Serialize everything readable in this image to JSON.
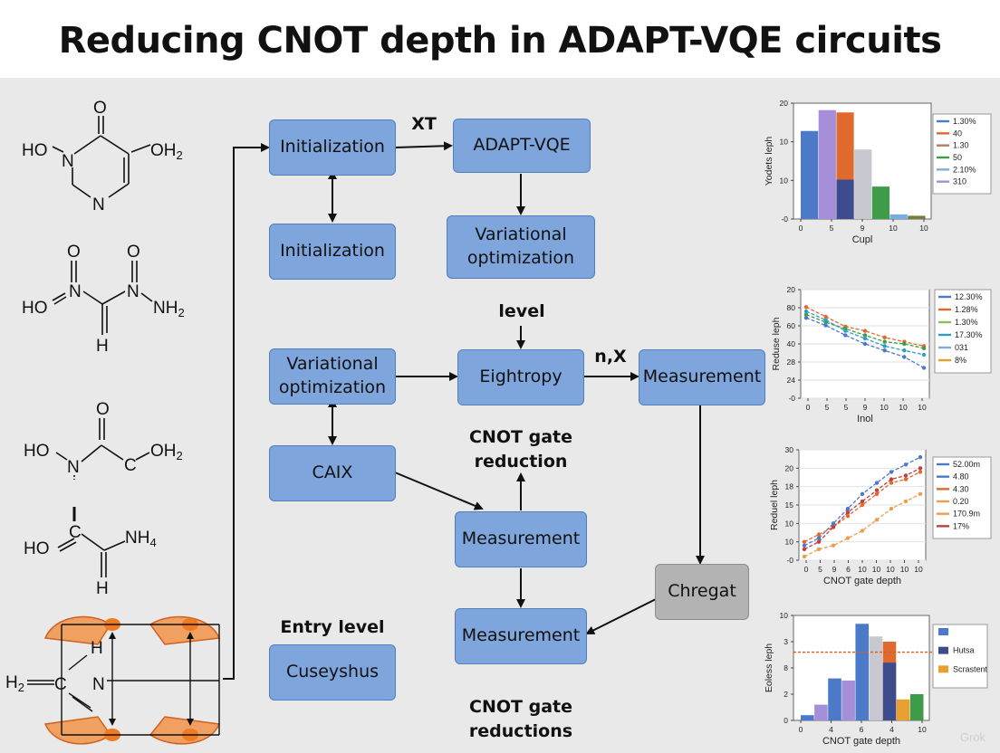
{
  "title": "Reducing CNOT depth in ADAPT-VQE circuits",
  "molecules": {
    "m1": {
      "o_top": "O",
      "ho_left": "HO",
      "n1": "N",
      "oh2": "OH",
      "oh2_sub": "2",
      "n2": "N"
    },
    "m2": {
      "o1": "O",
      "o2": "O",
      "ho": "HO",
      "n1": "N",
      "n2": "N",
      "nh2": "NH",
      "nh2_sub": "2",
      "h": "H"
    },
    "m3": {
      "o_top": "O",
      "ho": "HO",
      "n": "N",
      "c": "C",
      "oh2": "OH",
      "oh2_sub": "2"
    },
    "m4": {
      "c": "C",
      "ho": "HO",
      "nh4": "NH",
      "nh4_sub": "4",
      "h": "H"
    },
    "m5": {
      "h": "H",
      "h2": "H",
      "h2_sub": "2",
      "c": "C",
      "n": "N"
    }
  },
  "flow": {
    "init1": "Initialization",
    "init2": "Initialization",
    "adapt": "ADAPT-VQE",
    "varopt1": "Variational optimization",
    "varopt2": "Variational optimization",
    "eightropy": "Eightropy",
    "measurement_right": "Measurement",
    "caix": "CAIX",
    "measurement_mid": "Measurement",
    "measurement_low": "Measurement",
    "chregat": "Chregat",
    "cuseyshus": "Cuseyshus",
    "label_xt": "XT",
    "label_level": "level",
    "label_nx": "n,X",
    "label_cnot_reduction": "CNOT gate reduction",
    "label_entry": "Entry level",
    "label_cnot_reductions": "CNOT gate reductions"
  },
  "chart_data": [
    {
      "type": "bar",
      "ylabel": "Yodets leph",
      "xlabel": "Cupl",
      "yticks": [
        "20",
        "10",
        "10",
        "-0"
      ],
      "xticks": [
        "0",
        "5",
        "9",
        "10",
        "10"
      ],
      "bars": [
        {
          "value": 19,
          "color": "#4a7ac8"
        },
        {
          "value": 23.5,
          "color": "#a58fd8"
        },
        {
          "value": 23,
          "color": "#e06a2e",
          "stack_value": 8.5,
          "stack_color": "#3d4c8c"
        },
        {
          "value": 15,
          "color": "#c8c8d0"
        },
        {
          "value": 7,
          "color": "#3e9c48"
        },
        {
          "value": 1,
          "color": "#78aee0"
        },
        {
          "value": 0.7,
          "color": "#7a7a3c"
        }
      ],
      "ylim": [
        0,
        25
      ],
      "legend": [
        {
          "label": "1.30%",
          "color": "#4a7ac8"
        },
        {
          "label": "40",
          "color": "#e06a2e"
        },
        {
          "label": "1.30",
          "color": "#b08060"
        },
        {
          "label": "50",
          "color": "#3e9c48"
        },
        {
          "label": "2.10%",
          "color": "#78aee0"
        },
        {
          "label": "310",
          "color": "#a58fd8"
        }
      ]
    },
    {
      "type": "line",
      "ylabel": "Reduse leph",
      "xlabel": "Inol",
      "yticks": [
        "20",
        "80",
        "60",
        "40",
        "28",
        "24",
        "-0"
      ],
      "xticks": [
        "0",
        "5",
        "5",
        "9",
        "10",
        "10",
        "10"
      ],
      "ylim": [
        0,
        100
      ],
      "series": [
        {
          "color": "#e06a2e",
          "values": [
            84,
            75,
            66,
            62,
            56,
            52,
            48
          ]
        },
        {
          "color": "#3e9c48",
          "values": [
            77,
            70,
            64,
            58,
            52,
            50,
            46
          ]
        },
        {
          "color": "#4a7ac8",
          "values": [
            74,
            67,
            58,
            50,
            44,
            38,
            28
          ]
        },
        {
          "color": "#2e9ec0",
          "values": [
            80,
            72,
            62,
            55,
            48,
            44,
            40
          ]
        }
      ],
      "legend": [
        {
          "label": "12.30%",
          "color": "#4a7ac8"
        },
        {
          "label": "1.28%",
          "color": "#e06a2e"
        },
        {
          "label": "1.30%",
          "color": "#8bbe5a"
        },
        {
          "label": "17.30%",
          "color": "#2e9ec0"
        },
        {
          "label": "031",
          "color": "#78aee0"
        },
        {
          "label": "8%",
          "color": "#e0a030"
        }
      ]
    },
    {
      "type": "line",
      "ylabel": "Reduel leph",
      "xlabel": "CNOT gate depth",
      "yticks": [
        "30",
        "20",
        "18",
        "15",
        "10",
        "10",
        "-0"
      ],
      "xticks": [
        "0",
        "5",
        "9",
        "6",
        "10",
        "10",
        "10",
        "10",
        "10"
      ],
      "ylim": [
        0,
        30
      ],
      "series": [
        {
          "color": "#4a7ac8",
          "values": [
            4,
            6,
            10,
            14,
            18,
            21,
            24,
            26,
            28
          ]
        },
        {
          "color": "#e06a2e",
          "values": [
            5,
            7,
            9,
            12,
            15,
            18,
            21,
            22,
            24
          ]
        },
        {
          "color": "#e8a050",
          "values": [
            1,
            3,
            4,
            6,
            8,
            11,
            14,
            16,
            18
          ]
        },
        {
          "color": "#c04040",
          "values": [
            3,
            5,
            9,
            13,
            16,
            19,
            22,
            23,
            25
          ]
        }
      ],
      "legend": [
        {
          "label": "52.00m",
          "color": "#4a7ac8"
        },
        {
          "label": "4.80",
          "color": "#4a7ac8"
        },
        {
          "label": "4.30",
          "color": "#e06a2e"
        },
        {
          "label": "0.20",
          "color": "#e8a050"
        },
        {
          "label": "170.9m",
          "color": "#e8a050"
        },
        {
          "label": "17%",
          "color": "#c04040"
        }
      ]
    },
    {
      "type": "bar",
      "ylabel": "Eoless leph",
      "xlabel": "CNOT gate depth",
      "yticks": [
        "10",
        "3",
        "8",
        "2",
        "0"
      ],
      "xticks": [
        "0",
        "4",
        "6",
        "4",
        "10"
      ],
      "ylim": [
        0,
        10
      ],
      "reference_line": 6.5,
      "bars": [
        {
          "value": 0.5,
          "color": "#4a7ac8"
        },
        {
          "value": 1.5,
          "color": "#a58fd8"
        },
        {
          "value": 4.0,
          "color": "#4a7ac8"
        },
        {
          "value": 3.8,
          "color": "#a58fd8"
        },
        {
          "value": 9.2,
          "color": "#4a7ac8"
        },
        {
          "value": 8.0,
          "color": "#c8c8d0"
        },
        {
          "value": 7.5,
          "color": "#e06a2e",
          "stack_value": 5.5,
          "stack_color": "#3d4c8c"
        },
        {
          "value": 2.0,
          "color": "#e8a030"
        },
        {
          "value": 2.5,
          "color": "#3e9c48"
        }
      ],
      "legend": [
        {
          "label": "",
          "color": "#4a7ac8"
        },
        {
          "label": "Hutsa",
          "color": "#3d4c8c"
        },
        {
          "label": "Scrastent",
          "color": "#e8a030"
        }
      ]
    }
  ],
  "watermark": "Grok"
}
